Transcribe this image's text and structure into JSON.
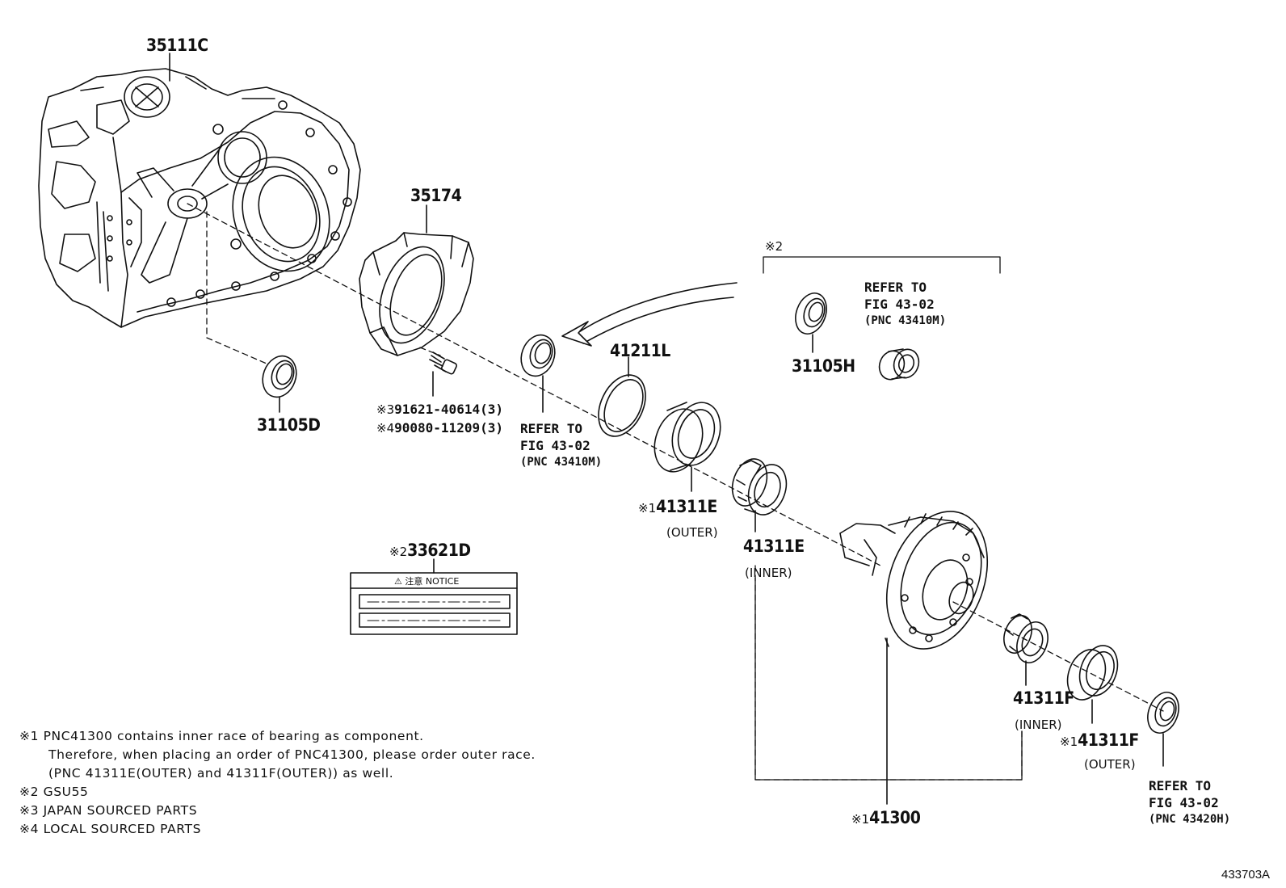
{
  "parts": {
    "case": "35111C",
    "plate": "35174",
    "seal_left": "31105D",
    "seal_right": "31105H",
    "shim": "41211L",
    "bolt_jp_mark": "※3",
    "bolt_jp": "91621-40614(3)",
    "bolt_local_mark": "※4",
    "bolt_local": "90080-11209(3)",
    "race_e_outer_mark": "※1",
    "race_e_outer": "41311E",
    "race_e_outer_sub": "(OUTER)",
    "race_e_inner": "41311E",
    "race_e_inner_sub": "(INNER)",
    "race_f_inner": "41311F",
    "race_f_inner_sub": "(INNER)",
    "race_f_outer_mark": "※1",
    "race_f_outer": "41311F",
    "race_f_outer_sub": "(OUTER)",
    "diff_mark": "※1",
    "diff": "41300",
    "label_mark": "※2",
    "label": "33621D",
    "label_plate_text": "⚠ 注意  NOTICE"
  },
  "refs": {
    "ref1": [
      "REFER TO",
      "FIG 43-02",
      "(PNC 43410M)"
    ],
    "ref2": [
      "REFER TO",
      "FIG 43-02",
      "(PNC 43410M)"
    ],
    "ref3": [
      "REFER TO",
      "FIG 43-02",
      "(PNC 43420H)"
    ],
    "bracket_mark": "※2"
  },
  "notes": [
    {
      "mark": "※1",
      "lines": [
        "PNC41300 contains inner race of bearing as component.",
        "Therefore, when placing an order of PNC41300, please order outer race.",
        "(PNC 41311E(OUTER) and 41311F(OUTER)) as well."
      ]
    },
    {
      "mark": "※2",
      "lines": [
        "GSU55"
      ]
    },
    {
      "mark": "※3",
      "lines": [
        "JAPAN SOURCED PARTS"
      ]
    },
    {
      "mark": "※4",
      "lines": [
        "LOCAL SOURCED PARTS"
      ]
    }
  ],
  "figure_id": "433703A"
}
